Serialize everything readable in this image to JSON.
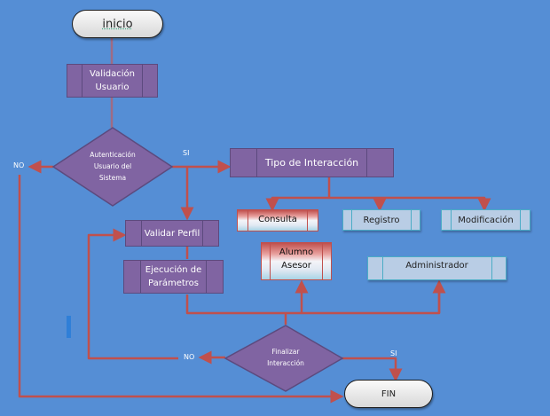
{
  "diagram": {
    "nodes": {
      "inicio": "inicio",
      "validacion": [
        "Validación",
        "Usuario"
      ],
      "autenticacion": [
        "Autenticación",
        "Usuario del",
        "Sistema"
      ],
      "tipo": "Tipo de Interacción",
      "consulta": "Consulta",
      "registro": "Registro",
      "modificacion": "Modificación",
      "validar_perfil": "Validar Perfil",
      "ejecucion": [
        "Ejecución de",
        "Parámetros"
      ],
      "alumno": "Alumno",
      "asesor": "Asesor",
      "administrador": "Administrador",
      "finalizar": [
        "Finalizar",
        "Interacción"
      ],
      "fin": "FIN"
    },
    "labels": {
      "no1": "NO",
      "si1": "SI",
      "no2": "NO",
      "si2": "SI"
    },
    "colors": {
      "background": "#558ed5",
      "process": "#8064a2",
      "connector": "#c0504d",
      "light_box": "#b9cde5"
    }
  }
}
